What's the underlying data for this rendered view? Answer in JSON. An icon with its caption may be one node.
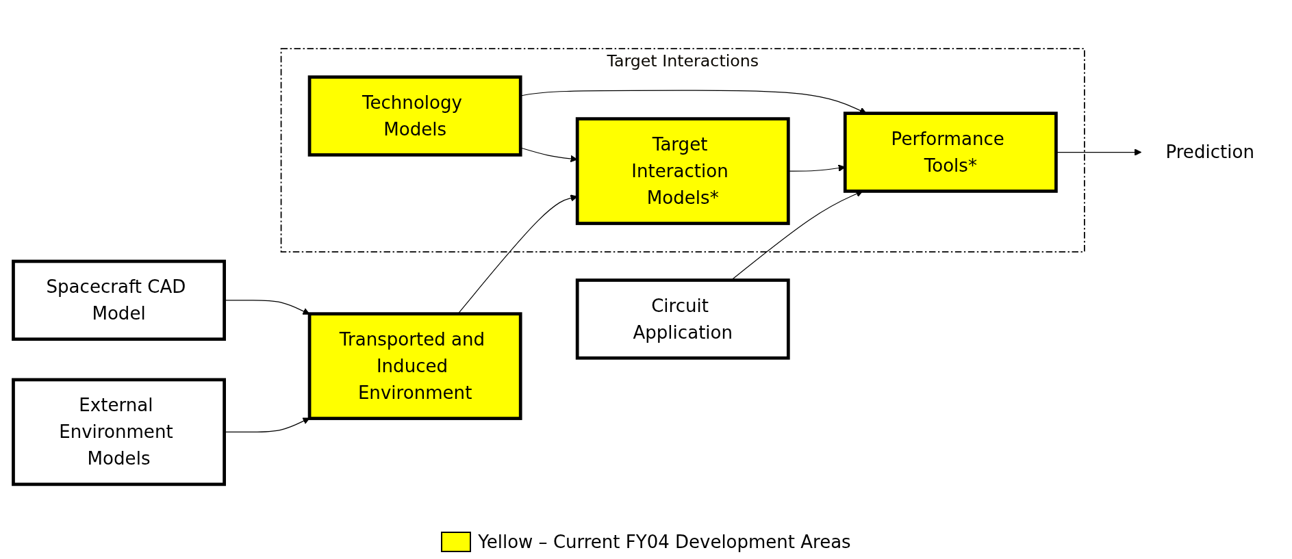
{
  "diagram": {
    "nodes": [
      {
        "text": [
          "External Environment Models"
        ]
      },
      {
        "text": [
          "Target Interactions"
        ]
      },
      {
        "text": [
          "Technology Models"
        ],
        "in": 1
      },
      {
        "text": [
          "Spacecraft CAD Model"
        ]
      },
      {
        "text": [
          "Transported and Induced Environment"
        ]
      },
      {
        "text": [
          "Target Interaction Models*"
        ],
        "in": 1
      },
      {
        "text": [
          "Performance Tools*"
        ],
        "in": 1
      },
      {
        "text": [
          "Prediction"
        ]
      },
      {
        "text": [
          "Circuit Application"
        ]
      }
    ],
    "edges": [
      {
        "from": 0,
        "to": 4,
        "arrow": "to"
      },
      {
        "from": 3,
        "to": 4,
        "arrow": "to"
      },
      {
        "from": 4,
        "to": 5,
        "arrow": "to"
      },
      {
        "from": 2,
        "to": 5,
        "arrow": "to"
      },
      {
        "from": 2,
        "to": 6,
        "arrow": "to"
      },
      {
        "from": 5,
        "to": 6,
        "arrow": "to"
      },
      {
        "from": 6,
        "to": 7,
        "arrow": "to"
      },
      {
        "from": 8,
        "to": 6,
        "arrow": "to"
      }
    ],
    "legend": [
      {
        "text": "Yellow – Current FY04 Development Areas",
        "color": "#ffff00"
      }
    ]
  }
}
